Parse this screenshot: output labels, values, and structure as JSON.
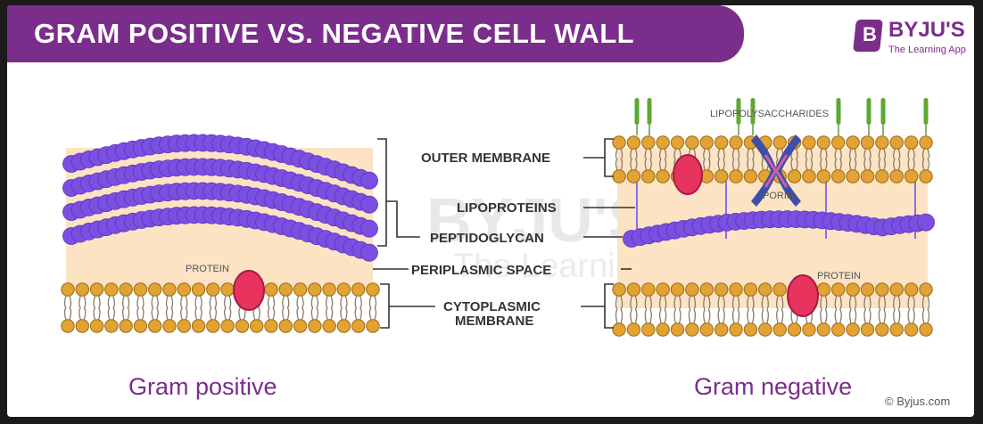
{
  "title": "GRAM POSITIVE VS. NEGATIVE CELL WALL",
  "brand": {
    "name": "BYJU'S",
    "tagline": "The Learning App",
    "mark_glyph": "B",
    "copyright": "© Byjus.com"
  },
  "watermark": {
    "name": "BYJU'S",
    "tagline": "The Learning App"
  },
  "labels": {
    "outer_membrane": "OUTER MEMBRANE",
    "lipoproteins": "LIPOPROTEINS",
    "peptidoglycan": "PEPTIDOGLYCAN",
    "periplasmic_space": "PERIPLASMIC SPACE",
    "cytoplasmic_membrane_line1": "CYTOPLASMIC",
    "cytoplasmic_membrane_line2": "MEMBRANE",
    "protein_left": "PROTEIN",
    "protein_right": "PROTEIN",
    "porin": "PORIN",
    "lipopolysaccharides": "LIPOPOLYSACCHARIDES"
  },
  "captions": {
    "left": "Gram positive",
    "right": "Gram negative"
  },
  "colors": {
    "banner": "#7b2d8b",
    "peptidoglycan": "#7b4fe0",
    "lipid_head": "#e2a234",
    "periplasm": "#fbe3c4",
    "protein": "#e8335f",
    "porin": "#3d4fa8",
    "lps": "#5fa832",
    "lipoprotein": "#8a6fe8"
  }
}
